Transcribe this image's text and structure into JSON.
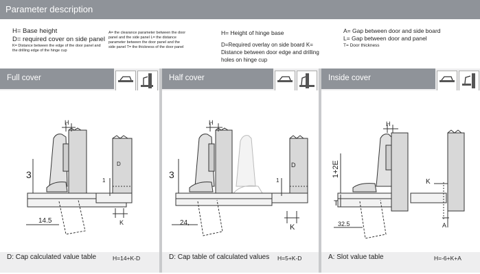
{
  "header": {
    "title": "Parameter description"
  },
  "desc": {
    "col1": {
      "line1": "H= Base height",
      "line2": "D= required cover on side panel",
      "line3": "K= Distance between the edge of the door panel and",
      "line4": "the drilling edge of the hinge cup"
    },
    "col2": {
      "line1": "A= the clearance parameter between the door",
      "line2": "panel and the side panel L= the distance",
      "line3": "parameter between the door panel and the",
      "line4": "side panel T= the thickness of the door panel"
    },
    "col3": {
      "line1": "H= Height of hinge base",
      "line2": "D=Required overlay on side board K=",
      "line3": "Distance between door edge and drilling",
      "line4": "holes on hinge cup"
    },
    "col4": {
      "line1": "A= Gap between door and side board",
      "line2": "L= Gap between door and panel",
      "line3": "T= Door thickness"
    }
  },
  "panels": [
    {
      "title": "Full cover",
      "footer": "D: Cap calculated value table",
      "formula": "H=14+K-D",
      "labels": {
        "h": "H",
        "three": "3",
        "d": "D",
        "one": "1",
        "dim": "14.5",
        "k": "K"
      }
    },
    {
      "title": "Half cover",
      "footer": "D: Cap table of calculated values",
      "formula": "H=5+K-D",
      "labels": {
        "h": "H",
        "three": "3",
        "d": "D",
        "one": "1",
        "dim": "24,",
        "k": "K"
      }
    },
    {
      "title": "Inside cover",
      "footer": "A: Slot value table",
      "formula": "H=-6+K+A",
      "labels": {
        "h": "H",
        "e": "1+2E",
        "t": "T",
        "dim": "32.5",
        "k": "K",
        "a": "A"
      }
    }
  ],
  "colors": {
    "bar": "#8f9399",
    "panel_bg": "#eeeeef",
    "line": "#333333"
  }
}
